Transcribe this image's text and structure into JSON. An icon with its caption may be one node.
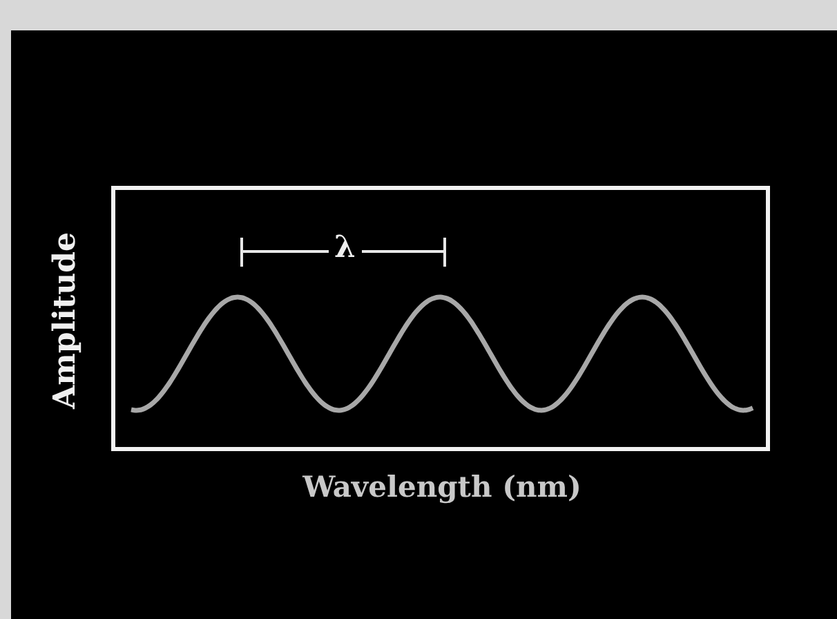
{
  "diagram": {
    "labels": [
      "λ",
      "Amplitude",
      "Wavelength (nm)"
    ]
  }
}
